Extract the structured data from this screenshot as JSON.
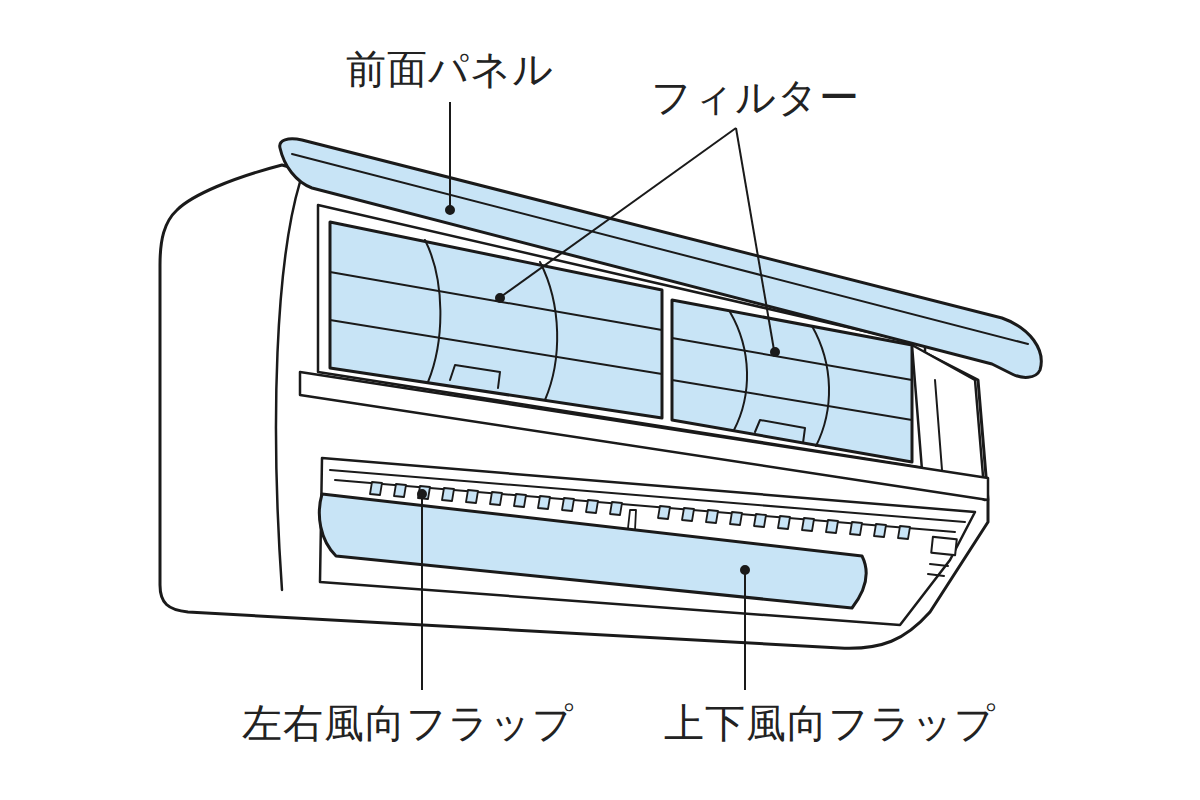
{
  "diagram": {
    "labels": [
      "前面パネル",
      "フィルター",
      "左右風向フラップ",
      "上下風向フラップ"
    ]
  }
}
